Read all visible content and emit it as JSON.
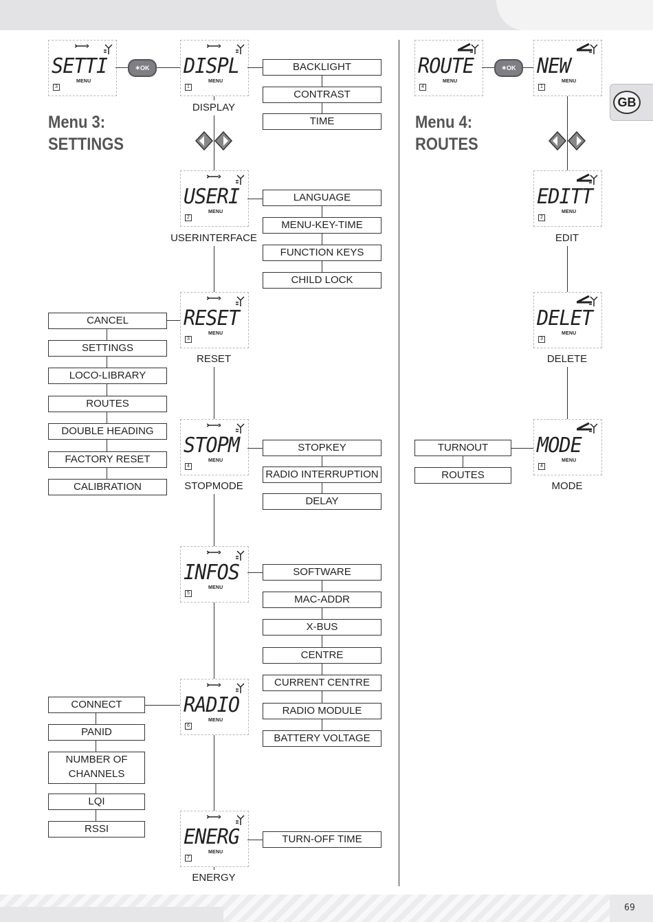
{
  "page_number": "69",
  "language_tab": "GB",
  "lcd_menu_text": "MENU",
  "ok_button": "✶OK",
  "menu3": {
    "title_line1": "Menu 3:",
    "title_line2": "SETTINGS",
    "entry_screen": {
      "word": "SETTI",
      "num": "3"
    },
    "items": {
      "display": {
        "word": "DISPL",
        "num": "1",
        "label": "DISPLAY",
        "options": [
          "BACKLIGHT",
          "CONTRAST",
          "TIME"
        ]
      },
      "userinterface": {
        "word": "USERI",
        "num": "2",
        "label": "USERINTERFACE",
        "options": [
          "LANGUAGE",
          "MENU-KEY-TIME",
          "FUNCTION KEYS",
          "CHILD LOCK"
        ]
      },
      "reset": {
        "word": "RESET",
        "num": "3",
        "label": "RESET",
        "options": [
          "CANCEL",
          "SETTINGS",
          "LOCO-LIBRARY",
          "ROUTES",
          "DOUBLE HEADING",
          "FACTORY RESET",
          "CALIBRATION"
        ]
      },
      "stopmode": {
        "word": "STOPM",
        "num": "4",
        "label": "STOPMODE",
        "options": [
          "STOPKEY",
          "RADIO INTERRUPTION",
          "DELAY"
        ]
      },
      "infos": {
        "word": "INFOS",
        "num": "5",
        "label": "",
        "options": [
          "SOFTWARE",
          "MAC-ADDR",
          "X-BUS",
          "CENTRE",
          "CURRENT CENTRE",
          "RADIO MODULE",
          "BATTERY VOLTAGE"
        ]
      },
      "radio": {
        "word": "RADIO",
        "num": "6",
        "label": "",
        "options": [
          "CONNECT",
          "PANID",
          "NUMBER OF CHANNELS",
          "LQI",
          "RSSI"
        ]
      },
      "energy": {
        "word": "ENERG",
        "num": "7",
        "label": "ENERGY",
        "options": [
          "TURN-OFF TIME"
        ]
      }
    }
  },
  "menu4": {
    "title_line1": "Menu 4:",
    "title_line2": "ROUTES",
    "entry_screen": {
      "word": "ROUTE",
      "num": "4"
    },
    "items": {
      "new": {
        "word": "NEW",
        "num": "1",
        "label": ""
      },
      "edit": {
        "word": "EDITT",
        "num": "2",
        "label": "EDIT"
      },
      "delete": {
        "word": "DELET",
        "num": "3",
        "label": "DELETE"
      },
      "mode": {
        "word": "MODE",
        "num": "4",
        "label": "MODE",
        "options": [
          "TURNOUT",
          "ROUTES"
        ]
      }
    }
  }
}
